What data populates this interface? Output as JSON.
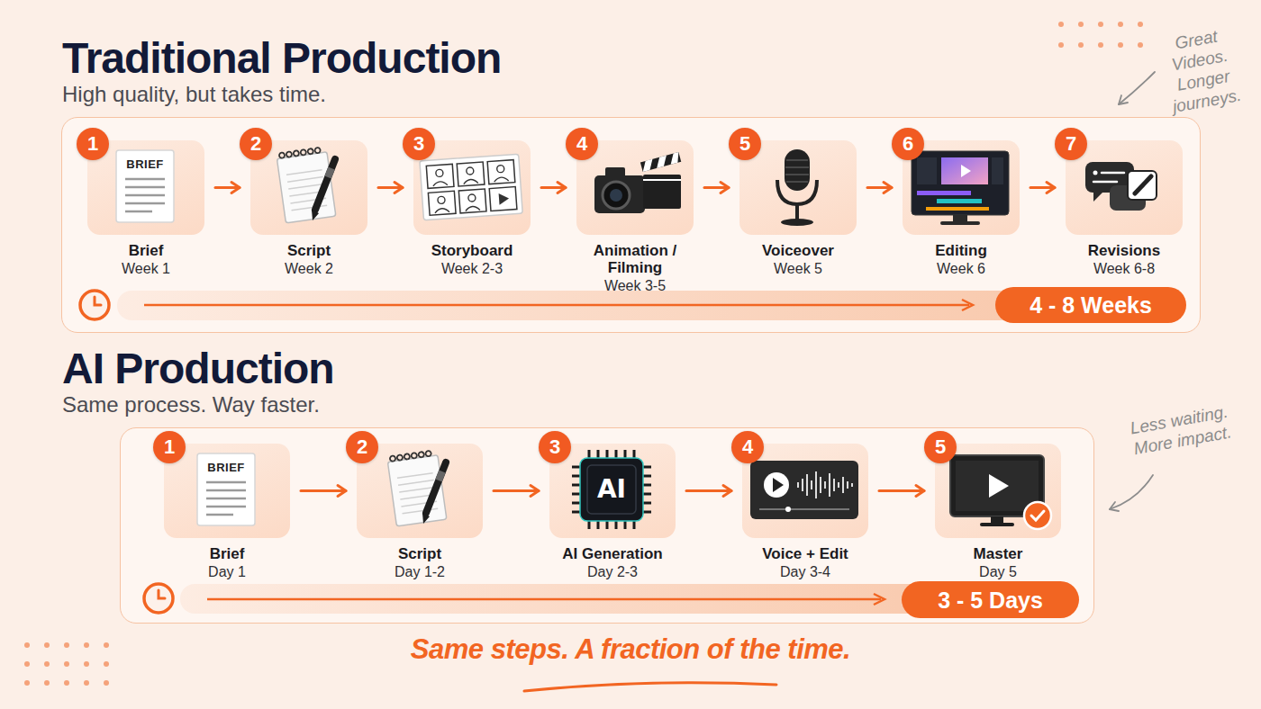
{
  "diagram": {
    "caption": "Same steps. A fraction of the time.",
    "nodes": [
      {
        "text": [
          "Traditional Production",
          "High quality, but takes time."
        ]
      },
      {
        "text": [
          "Brief",
          "Week 1"
        ],
        "in": 0
      },
      {
        "text": [
          "1"
        ],
        "in": 1
      },
      {
        "text": [
          "Script",
          "Week 2"
        ],
        "in": 0
      },
      {
        "text": [
          "2"
        ],
        "in": 3
      },
      {
        "text": [
          "Storyboard",
          "Week 2-3"
        ],
        "in": 0
      },
      {
        "text": [
          "3"
        ],
        "in": 5
      },
      {
        "text": [
          "Animation / Filming",
          "Week 3-5"
        ],
        "in": 0
      },
      {
        "text": [
          "4"
        ],
        "in": 7
      },
      {
        "text": [
          "Voiceover",
          "Week 5"
        ],
        "in": 0
      },
      {
        "text": [
          "5"
        ],
        "in": 9
      },
      {
        "text": [
          "Editing",
          "Week 6"
        ],
        "in": 0
      },
      {
        "text": [
          "6"
        ],
        "in": 11
      },
      {
        "text": [
          "Revisions",
          "Week 6-8"
        ],
        "in": 0
      },
      {
        "text": [
          "7"
        ],
        "in": 13
      },
      {
        "text": [
          "4 - 8 Weeks"
        ],
        "in": 0
      },
      {
        "text": [
          "AI Production",
          "Same process. Way faster."
        ]
      },
      {
        "text": [
          "Brief",
          "Day 1"
        ],
        "in": 16
      },
      {
        "text": [
          "1"
        ],
        "in": 17
      },
      {
        "text": [
          "Script",
          "Day 1-2"
        ],
        "in": 16
      },
      {
        "text": [
          "2"
        ],
        "in": 19
      },
      {
        "text": [
          "AI Generation",
          "Day 2-3"
        ],
        "in": 16
      },
      {
        "text": [
          "3"
        ],
        "in": 21
      },
      {
        "text": [
          "Voice + Edit",
          "Day 3-4"
        ],
        "in": 16
      },
      {
        "text": [
          "4"
        ],
        "in": 23
      },
      {
        "text": [
          "Master",
          "Day 5"
        ],
        "in": 16
      },
      {
        "text": [
          "5"
        ],
        "in": 25
      },
      {
        "text": [
          "3 - 5 Days"
        ],
        "in": 16
      }
    ],
    "edges": [
      {
        "from": 1,
        "to": 3,
        "arrow": "to"
      },
      {
        "from": 3,
        "to": 5,
        "arrow": "to"
      },
      {
        "from": 5,
        "to": 7,
        "arrow": "to"
      },
      {
        "from": 7,
        "to": 9,
        "arrow": "to"
      },
      {
        "from": 9,
        "to": 11,
        "arrow": "to"
      },
      {
        "from": 11,
        "to": 13,
        "arrow": "to"
      },
      {
        "from": 17,
        "to": 19,
        "arrow": "to"
      },
      {
        "from": 19,
        "to": 21,
        "arrow": "to"
      },
      {
        "from": 21,
        "to": 23,
        "arrow": "to"
      },
      {
        "from": 23,
        "to": 25,
        "arrow": "to"
      }
    ],
    "labels": [
      "Great Videos. Longer journeys.",
      "BRIEF",
      "Less waiting. More impact.",
      "BRIEF",
      "AI"
    ]
  }
}
